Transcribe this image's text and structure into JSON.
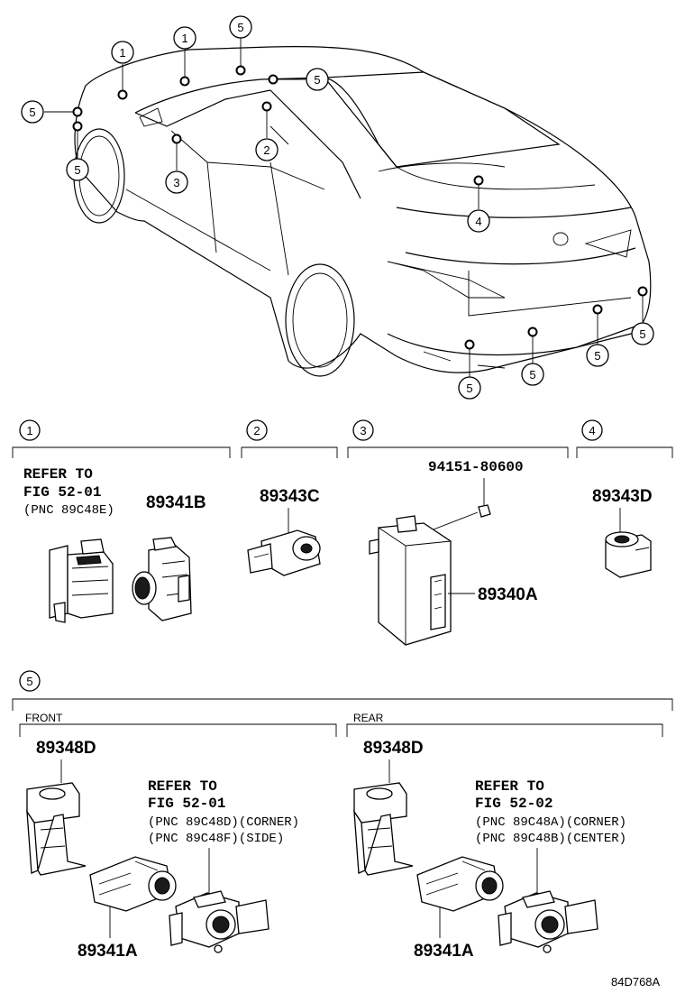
{
  "car_callouts": {
    "c1": "1",
    "c2": "2",
    "c3": "3",
    "c4": "4",
    "c5": "5"
  },
  "section1": {
    "num": "1",
    "ref_line1": "REFER TO",
    "ref_line2": "FIG 52-01",
    "ref_line3": "(PNC 89C48E)",
    "part": "89341B"
  },
  "section2": {
    "num": "2",
    "part": "89343C"
  },
  "section3": {
    "num": "3",
    "nut_part": "94151-80600",
    "part": "89340A"
  },
  "section4": {
    "num": "4",
    "part": "89343D"
  },
  "section5": {
    "num": "5",
    "front": {
      "label": "FRONT",
      "bracket_part": "89348D",
      "sensor_part": "89341A",
      "ref_line1": "REFER TO",
      "ref_line2": "FIG 52-01",
      "ref_line3": "(PNC 89C48D)(CORNER)",
      "ref_line4": "(PNC 89C48F)(SIDE)"
    },
    "rear": {
      "label": "REAR",
      "bracket_part": "89348D",
      "sensor_part": "89341A",
      "ref_line1": "REFER TO",
      "ref_line2": "FIG 52-02",
      "ref_line3": "(PNC 89C48A)(CORNER)",
      "ref_line4": "(PNC 89C48B)(CENTER)"
    }
  },
  "diagram_code": "84D768A"
}
